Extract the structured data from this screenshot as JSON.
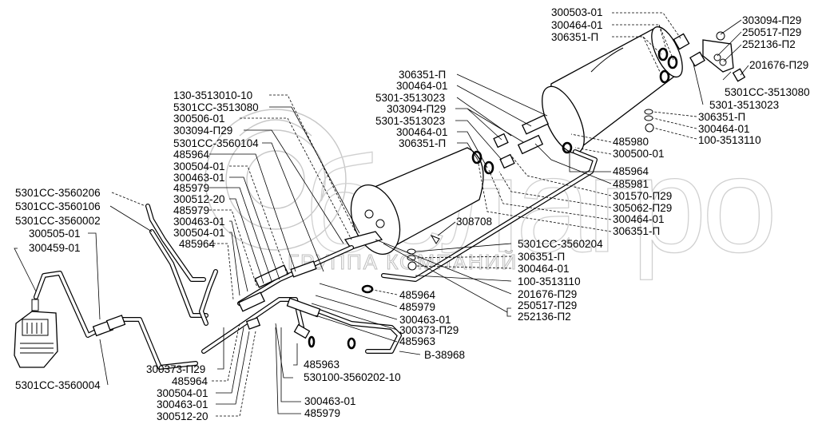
{
  "diagram": {
    "title": "Air brake system receivers and piping – exploded parts view",
    "watermark": {
      "logo_text": "белагро",
      "subtitle": "ГРУППА КОМПАНИЙ"
    },
    "labels": {
      "top_right": [
        "300503-01",
        "300464-01",
        "306351-П",
        "303094-П29",
        "250517-П29",
        "252136-П2",
        "201676-П29",
        "5301СС-3513080",
        "5301-3513023"
      ],
      "right_receiver_drain": [
        "306351-П",
        "300464-01",
        "100-3513110"
      ],
      "right_mid": [
        "485980",
        "300500-01",
        "485964",
        "485981",
        "301570-П29",
        "305062-П29",
        "300464-01",
        "306351-П"
      ],
      "center_upper": [
        "306351-П",
        "300464-01",
        "5301-3513023",
        "303094-П29",
        "5301-3513023",
        "300464-01",
        "306351-П"
      ],
      "center_left_column": [
        "130-3513010-10",
        "5301СС-3513080",
        "300506-01",
        "303094-П29",
        "5301СС-3560104",
        "485964",
        "300504-01",
        "300463-01",
        "485979",
        "300512-20",
        "485979",
        "300463-01",
        "300504-01",
        "485964"
      ],
      "left_column": [
        "5301СС-3560206",
        "5301СС-3560106",
        "5301СС-3560002",
        "300505-01",
        "300459-01"
      ],
      "receiver_center": "308708",
      "lower_right": [
        "5301СС-3560204",
        "306351-П",
        "300464-01",
        "100-3513110",
        "201676-П29",
        "250517-П29",
        "252136-П2"
      ],
      "lower_center": [
        "485964",
        "485979",
        "300463-01",
        "300373-П29",
        "485963",
        "В-38968"
      ],
      "bottom_left": [
        "5301СС-3560004",
        "300373-П29",
        "485964",
        "300504-01",
        "300463-01",
        "300512-20"
      ],
      "bottom_center": [
        "485963",
        "530100-3560202-10",
        "300463-01",
        "485979"
      ]
    }
  }
}
